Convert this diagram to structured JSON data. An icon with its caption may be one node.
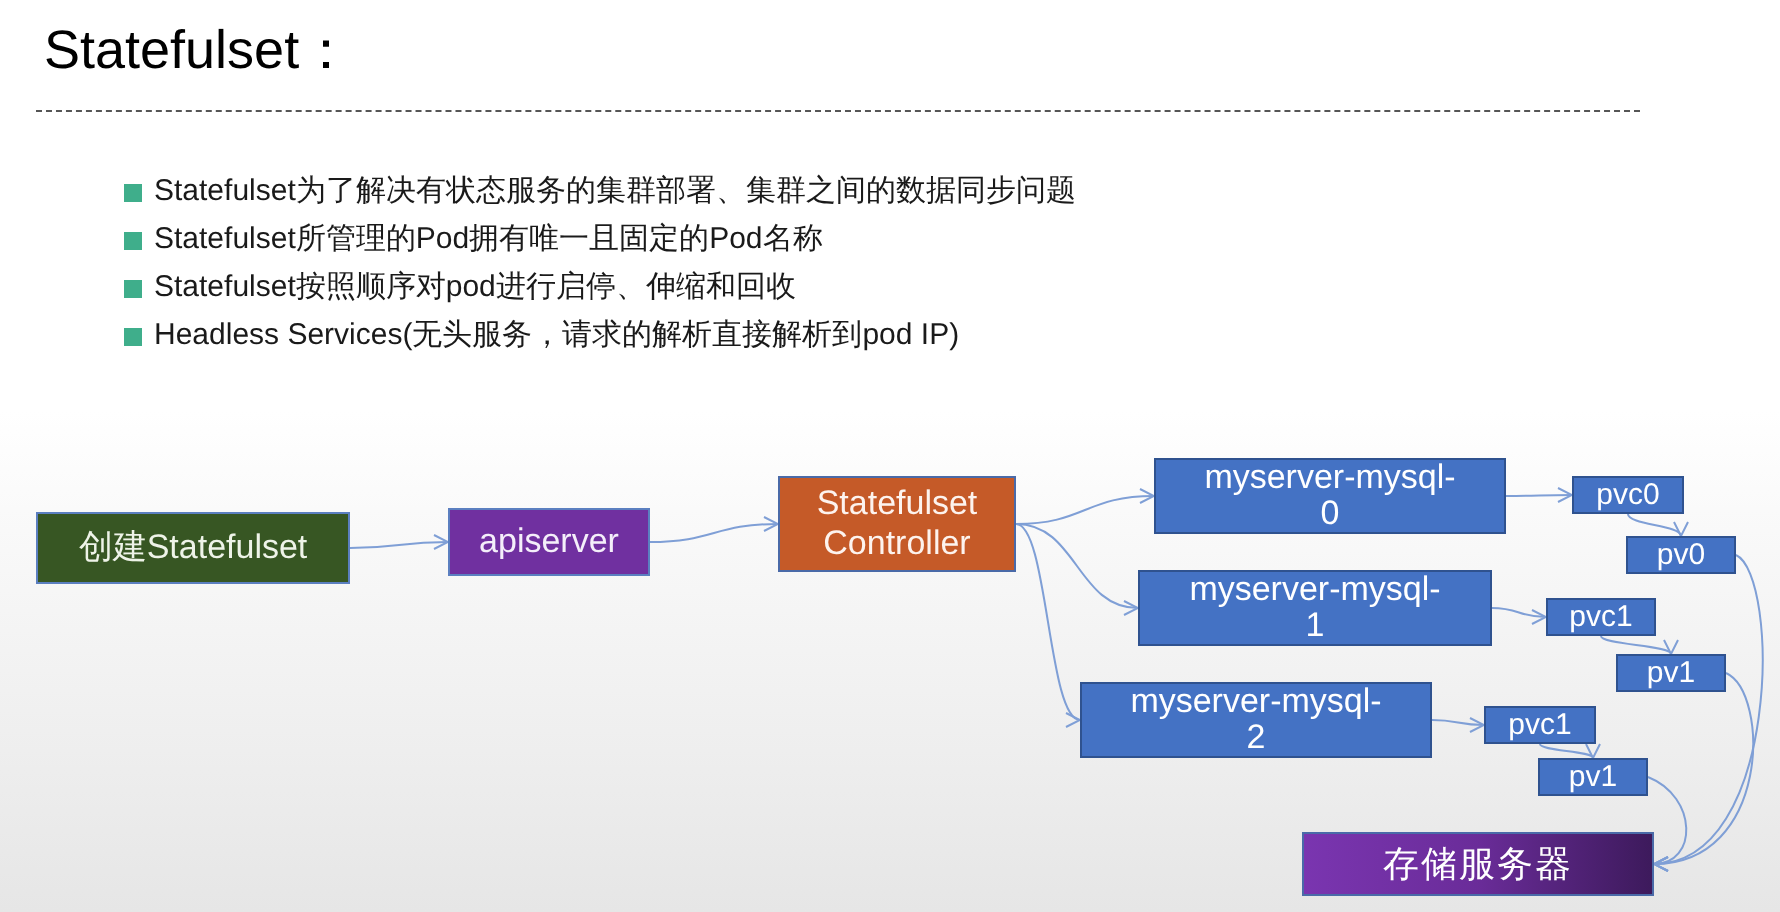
{
  "diagram": {
    "title": "Statefulset：",
    "nodes": [
      {
        "text": [
          "创建Statefulset"
        ]
      },
      {
        "text": [
          "apiserver"
        ]
      },
      {
        "text": [
          "Statefulset Controller"
        ]
      },
      {
        "text": [
          "myserver-mysql-0"
        ]
      },
      {
        "text": [
          "pvc0"
        ]
      },
      {
        "text": [
          "pv0"
        ]
      },
      {
        "text": [
          "myserver-mysql-1"
        ]
      },
      {
        "text": [
          "pvc1"
        ]
      },
      {
        "text": [
          "pv1"
        ]
      },
      {
        "text": [
          "myserver-mysql-2"
        ]
      },
      {
        "text": [
          "pvc1"
        ]
      },
      {
        "text": [
          "pv1"
        ]
      },
      {
        "text": [
          "存储服务器"
        ]
      }
    ],
    "edges": [
      {
        "from": 0,
        "to": 1,
        "arrow": "to"
      },
      {
        "from": 1,
        "to": 2,
        "arrow": "to"
      },
      {
        "from": 2,
        "to": 3,
        "arrow": "to"
      },
      {
        "from": 2,
        "to": 6,
        "arrow": "to"
      },
      {
        "from": 2,
        "to": 9,
        "arrow": "to"
      },
      {
        "from": 3,
        "to": 4,
        "arrow": "to"
      },
      {
        "from": 4,
        "to": 5,
        "arrow": "to"
      },
      {
        "from": 6,
        "to": 7,
        "arrow": "to"
      },
      {
        "from": 7,
        "to": 8,
        "arrow": "to"
      },
      {
        "from": 9,
        "to": 10,
        "arrow": "to"
      },
      {
        "from": 10,
        "to": 11,
        "arrow": "to"
      },
      {
        "from": 5,
        "to": 12,
        "arrow": "to"
      },
      {
        "from": 8,
        "to": 12,
        "arrow": "to"
      },
      {
        "from": 11,
        "to": 12,
        "arrow": "to"
      }
    ],
    "labels": [
      "Statefulset为了解决有状态服务的集群部署、集群之间的数据同步问题",
      "Statefulset所管理的Pod拥有唯一且固定的Pod名称",
      "Statefulset按照顺序对pod进行启停、伸缩和回收",
      "Headless Services(无头服务，请求的解析直接解析到pod IP)"
    ]
  }
}
